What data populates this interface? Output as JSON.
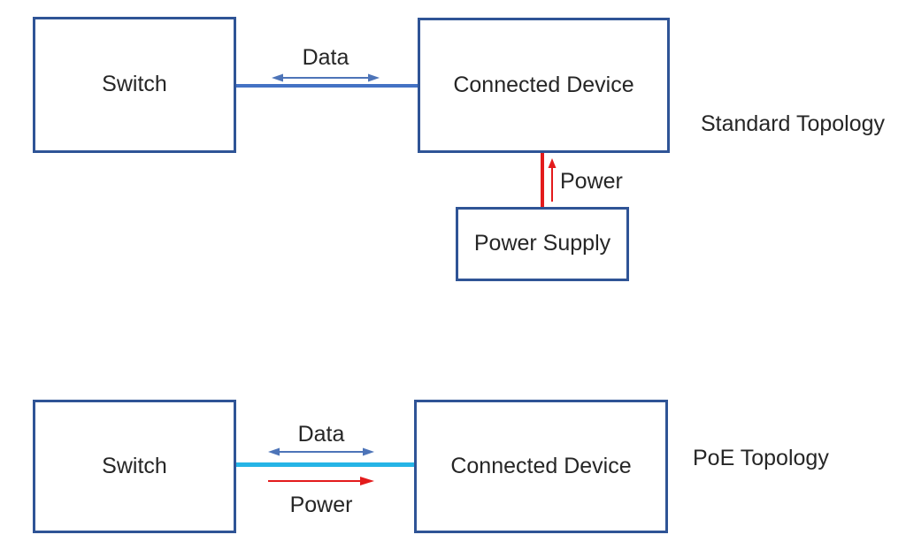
{
  "colors": {
    "box_border": "#2f5496",
    "data_line": "#4472c4",
    "arrow_blue": "#4d74b8",
    "poe_line": "#25b4e6",
    "power_red": "#e31b1c",
    "text": "#262626"
  },
  "standard": {
    "title": "Standard Topology",
    "switch_label": "Switch",
    "device_label": "Connected Device",
    "power_supply_label": "Power Supply",
    "data_label": "Data",
    "power_label": "Power"
  },
  "poe": {
    "title": "PoE Topology",
    "switch_label": "Switch",
    "device_label": "Connected Device",
    "data_label": "Data",
    "power_label": "Power"
  }
}
